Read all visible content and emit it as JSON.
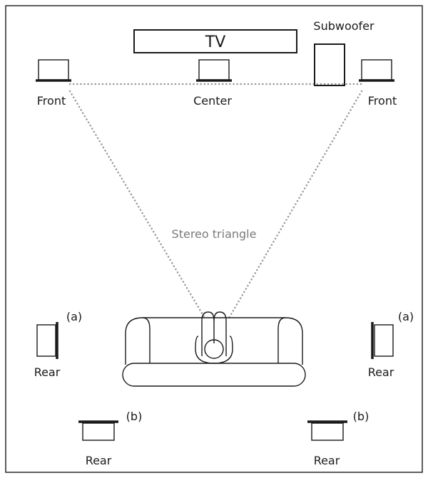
{
  "labels": {
    "tv": "TV",
    "subwoofer": "Subwoofer",
    "front_left": "Front",
    "center": "Center",
    "front_right": "Front",
    "stereo_triangle": "Stereo triangle",
    "rear_a_left_tag": "(a)",
    "rear_a_right_tag": "(a)",
    "rear_a_left": "Rear",
    "rear_a_right": "Rear",
    "rear_b_left_tag": "(b)",
    "rear_b_right_tag": "(b)",
    "rear_b_left": "Rear",
    "rear_b_right": "Rear"
  },
  "colors": {
    "line": "#1a1a1a",
    "dotted_path": "#9a9a9a",
    "label_muted": "#7a7a7a"
  }
}
